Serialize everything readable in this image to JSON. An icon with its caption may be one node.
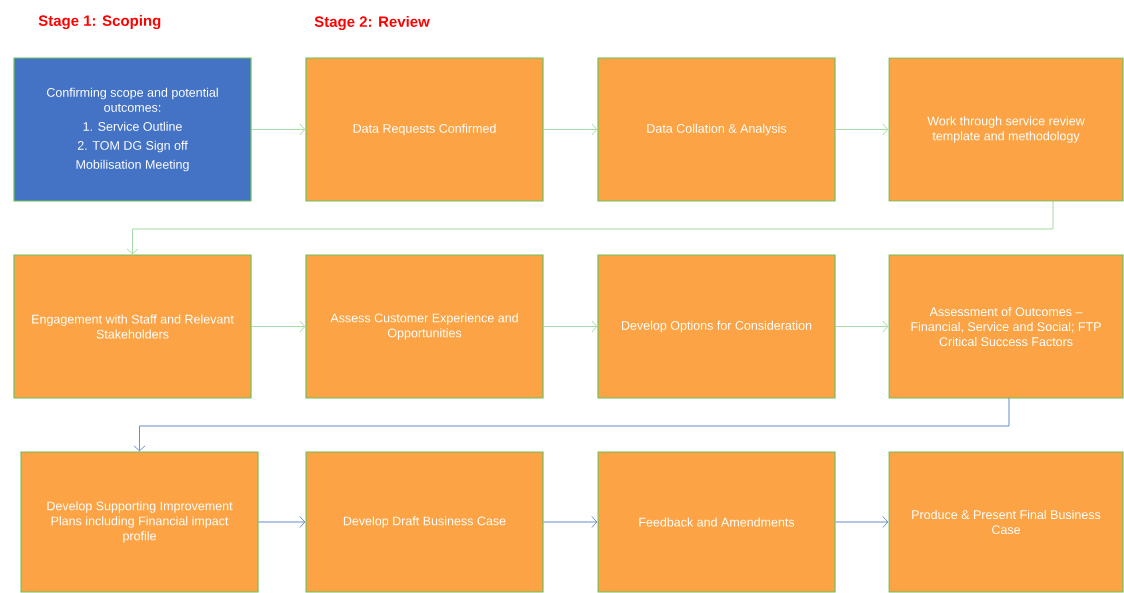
{
  "diagram": {
    "nodes": [
      {
        "text": [
          "Confirming scope and potential outcomes:",
          "1. Service Outline",
          "2. TOM DG Sign off",
          "Mobilisation Meeting"
        ]
      },
      {
        "text": [
          "Data Requests Confirmed"
        ]
      },
      {
        "text": [
          "Data Collation & Analysis"
        ]
      },
      {
        "text": [
          "Work through service review template and methodology"
        ]
      },
      {
        "text": [
          "Engagement with Staff and Relevant Stakeholders"
        ]
      },
      {
        "text": [
          "Assess Customer Experience and Opportunities"
        ]
      },
      {
        "text": [
          "Develop Options for Consideration"
        ]
      },
      {
        "text": [
          "Assessment of Outcomes – Financial, Service and Social; FTP Critical Success Factors"
        ]
      },
      {
        "text": [
          "Develop Supporting Improvement Plans including Financial impact profile"
        ]
      },
      {
        "text": [
          "Develop Draft Business Case"
        ]
      },
      {
        "text": [
          "Feedback and Amendments"
        ]
      },
      {
        "text": [
          "Produce & Present Final Business Case"
        ]
      }
    ],
    "edges": [
      {
        "from": 0,
        "to": 1,
        "arrow": "to"
      },
      {
        "from": 1,
        "to": 2,
        "arrow": "to"
      },
      {
        "from": 2,
        "to": 3,
        "arrow": "to"
      },
      {
        "from": 3,
        "to": 4,
        "arrow": "to"
      },
      {
        "from": 4,
        "to": 5,
        "arrow": "to"
      },
      {
        "from": 5,
        "to": 6,
        "arrow": "to"
      },
      {
        "from": 6,
        "to": 7,
        "arrow": "to"
      },
      {
        "from": 7,
        "to": 8,
        "arrow": "to",
        "color": "#4472c4"
      },
      {
        "from": 8,
        "to": 9,
        "arrow": "to",
        "color": "#4472c4"
      },
      {
        "from": 9,
        "to": 10,
        "arrow": "to",
        "color": "#4472c4"
      },
      {
        "from": 10,
        "to": 11,
        "arrow": "to",
        "color": "#4472c4"
      }
    ],
    "labels": [
      "Stage 1: Scoping",
      "Stage 2: Review"
    ]
  }
}
